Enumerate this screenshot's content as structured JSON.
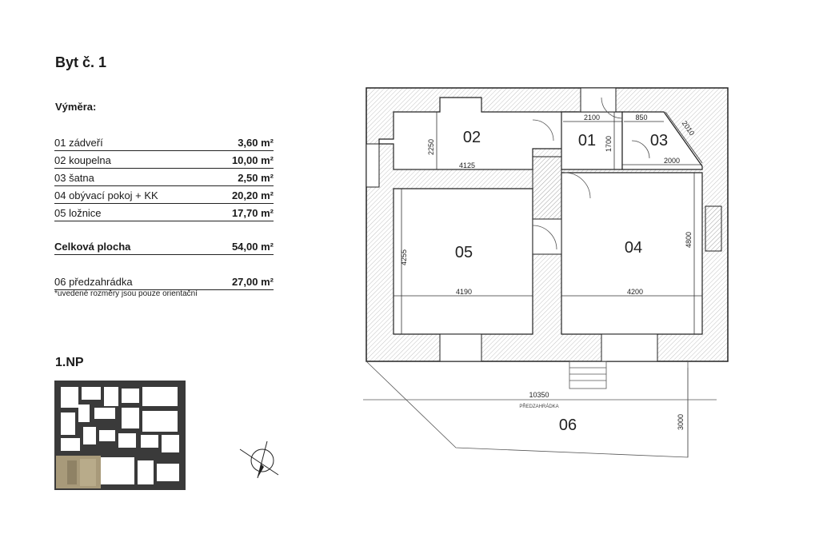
{
  "title": "Byt č. 1",
  "area_heading": "Výměra:",
  "rooms": [
    {
      "name": "01 zádveří",
      "area": "3,60 m²"
    },
    {
      "name": "02 koupelna",
      "area": "10,00 m²"
    },
    {
      "name": "03 šatna",
      "area": "2,50 m²"
    },
    {
      "name": "04 obývací pokoj + KK",
      "area": "20,20 m²"
    },
    {
      "name": "05 ložnice",
      "area": "17,70 m²"
    }
  ],
  "total": {
    "name": "Celková plocha",
    "area": "54,00 m²"
  },
  "garden": {
    "name": "06 předzahrádka",
    "area": "27,00 m²"
  },
  "note": "*uvedené rozměry jsou pouze orientační",
  "floor": "1.NP",
  "plan": {
    "room_labels": {
      "r01": "01",
      "r02": "02",
      "r03": "03",
      "r04": "04",
      "r05": "05",
      "r06": "06"
    },
    "dimensions": {
      "d2250": "2250",
      "d4125": "4125",
      "d2100": "2100",
      "d1700": "1700",
      "d850": "850",
      "d2010": "2010",
      "d2000": "2000",
      "d4255": "4255",
      "d4190": "4190",
      "d4200": "4200",
      "d4800": "4800",
      "d10350": "10350",
      "d3000": "3000"
    },
    "garden_caption": "PŘEDZAHRÁDKA"
  },
  "colors": {
    "wall_hatch": "#9a9a9a",
    "keyplan_dark": "#3a3a3a",
    "keyplan_highlight": "#a89a7a"
  }
}
